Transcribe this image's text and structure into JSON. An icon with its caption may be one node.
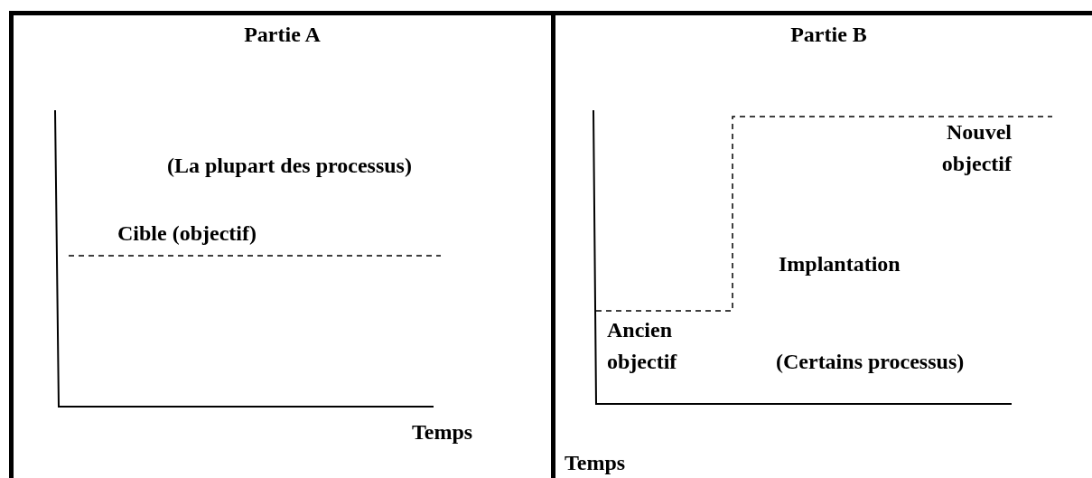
{
  "diagram": {
    "nodes": [
      {
        "text": [
          "Partie A"
        ]
      },
      {
        "text": [
          "Partie B"
        ]
      }
    ],
    "labels": [
      "(La plupart des processus)",
      "Cible (objectif)",
      "Temps",
      "Nouvel objectif",
      "Implantation",
      "Ancien objectif",
      "(Certains processus)",
      "Temps"
    ]
  }
}
